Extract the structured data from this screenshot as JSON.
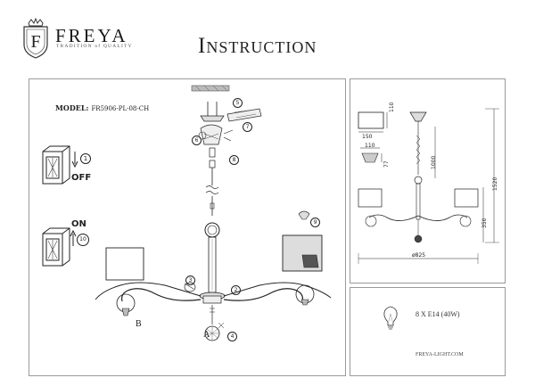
{
  "header": {
    "brand_name": "FREYA",
    "tagline": "TRADITION of QUALITY",
    "title": "Instruction"
  },
  "left_panel": {
    "model_label": "MODEL:",
    "model_code": "FR5906-PL-08-CH",
    "switch_off_label": "OFF",
    "switch_on_label": "ON",
    "part_letter_a": "A",
    "part_letter_b": "B",
    "steps": [
      "1",
      "2",
      "3",
      "4",
      "5",
      "6",
      "7",
      "8",
      "9",
      "10"
    ]
  },
  "right_panel": {
    "shade_width": "150",
    "shade_height": "110",
    "cup_width": "110",
    "cup_height": "77",
    "chain_length": "1000",
    "total_height": "1520",
    "arm_height": "350",
    "diameter": "ø825",
    "bulb_spec": "8 X E14 (40W)",
    "website": "FREYA-LIGHT.COM"
  },
  "colors": {
    "frame": "#9a9a9a",
    "ink": "#222222",
    "accent_shade": "#777777"
  }
}
